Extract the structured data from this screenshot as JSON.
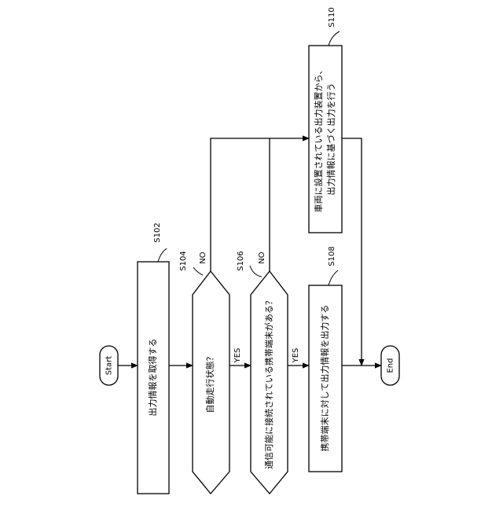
{
  "diagram": {
    "nodes": {
      "start": {
        "label": "Start"
      },
      "s102": {
        "id": "S102",
        "text": "出力情報を取得する"
      },
      "s104": {
        "id": "S104",
        "text": "自動走行状態？"
      },
      "s106": {
        "id": "S106",
        "text": "通信可能に接続されている携帯端末がある？"
      },
      "s108": {
        "id": "S108",
        "text": "携帯端末に対して出力情報を出力する"
      },
      "s110": {
        "id": "S110",
        "text_line1": "車両に設置されている出力装置から、",
        "text_line2": "出力情報に基づく出力を行う"
      },
      "end": {
        "label": "End"
      }
    },
    "branches": {
      "yes": "YES",
      "no": "NO"
    }
  }
}
